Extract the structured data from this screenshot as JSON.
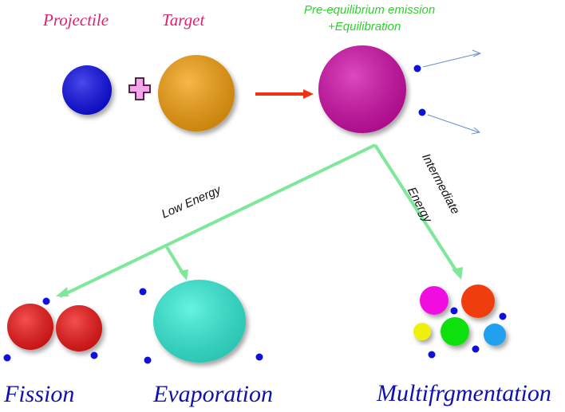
{
  "labels": {
    "projectile": "Projectile",
    "target": "Target",
    "pre_equilibrium_line1": "Pre-equilibrium emission",
    "pre_equilibrium_line2": "+Equilibration",
    "low_energy": "Low Energy",
    "intermediate_line1": "Intermediate",
    "intermediate_line2": "Energy",
    "fission": "Fission",
    "evaporation": "Evaporation",
    "multifragmentation": "Multifrgmentation"
  },
  "colors": {
    "projectile": "#1010e8",
    "target": "#f5a010",
    "compound": "#d010a8",
    "plus_fill": "#f0a8e8",
    "reaction_arrow": "#f03010",
    "branch_line": "#7de89a",
    "emission_arrow": "#6a8fc8",
    "particle": "#1010d8",
    "fission_fragment": "#f01818",
    "evaporation_residue": "#30f0d8",
    "fragments": [
      "#f010e0",
      "#f03c10",
      "#f0f010",
      "#10e010",
      "#20a0f0"
    ],
    "title_pink": "#e0206a",
    "title_green": "#30d030",
    "title_blue": "#1010b0"
  },
  "icons": {
    "plus": "plus-icon"
  }
}
